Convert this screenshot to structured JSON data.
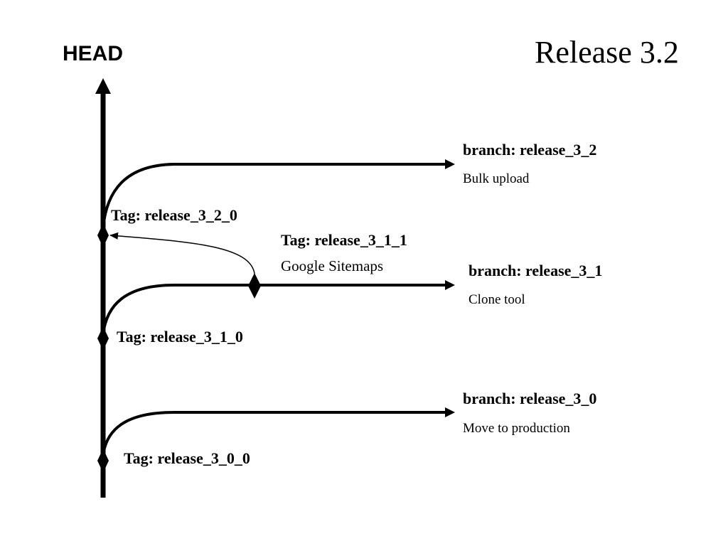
{
  "title": "Release 3.2",
  "head": {
    "label": "HEAD"
  },
  "tags": {
    "release_3_2_0": "Tag: release_3_2_0",
    "release_3_1_1": "Tag: release_3_1_1",
    "release_3_1_0": "Tag: release_3_1_0",
    "release_3_0_0": "Tag: release_3_0_0"
  },
  "tag_notes": {
    "release_3_1_1": "Google Sitemaps"
  },
  "branches": {
    "release_3_2": {
      "name": "branch: release_3_2",
      "description": "Bulk upload"
    },
    "release_3_1": {
      "name": "branch: release_3_1",
      "description": "Clone tool"
    },
    "release_3_0": {
      "name": "branch: release_3_0",
      "description": "Move to production"
    }
  },
  "colors": {
    "ink": "#000000",
    "background": "#ffffff"
  }
}
